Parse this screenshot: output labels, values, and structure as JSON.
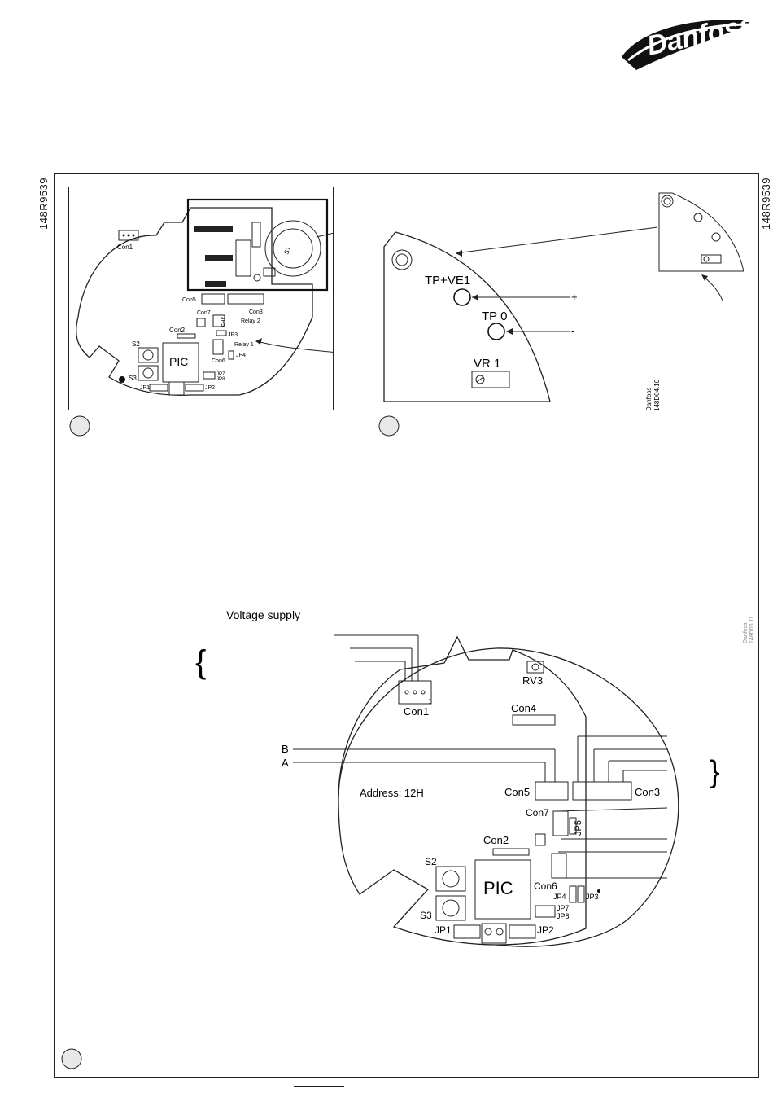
{
  "brand": "Danfoss",
  "side_codes": {
    "left": "148R9539",
    "right": "148R9539"
  },
  "fig1": {
    "labels": {
      "con1": "Con1",
      "s1": "S1",
      "con5": "Con5",
      "con3": "Con3",
      "con7": "Con7",
      "jp5": "JP5",
      "relay2": "Relay 2",
      "con2": "Con2",
      "jp3": "JP3",
      "relay1": "Relay 1",
      "s2": "S2",
      "pic": "PIC",
      "jp4": "JP4",
      "con6": "Con6",
      "s3": "S3",
      "jp7": "JP7",
      "jp8": "JP8",
      "jp1": "JP1",
      "jp2": "JP2"
    }
  },
  "fig2": {
    "labels": {
      "tp_ve1": "TP+VE1",
      "plus": "+",
      "tp0": "TP 0",
      "minus": "-",
      "vr1": "VR 1",
      "ref_brand": "Danfoss",
      "ref_code": "148D04.10"
    }
  },
  "fig3": {
    "labels": {
      "voltage_supply": "Voltage supply",
      "b": "B",
      "a": "A",
      "rv3": "RV3",
      "con1": "Con1",
      "one": "1",
      "con4": "Con4",
      "address": "Address: 12H",
      "con5": "Con5",
      "con3": "Con3",
      "con7": "Con7",
      "jp5": "JP5",
      "con2": "Con2",
      "s2": "S2",
      "pic": "PIC",
      "con6": "Con6",
      "jp4": "JP4",
      "jp3": "JP3",
      "s3": "S3",
      "jp7": "JP7",
      "jp8": "JP8",
      "jp1": "JP1",
      "jp2": "JP2",
      "ref_brand": "Danfoss",
      "ref_code": "148D06.11"
    }
  }
}
